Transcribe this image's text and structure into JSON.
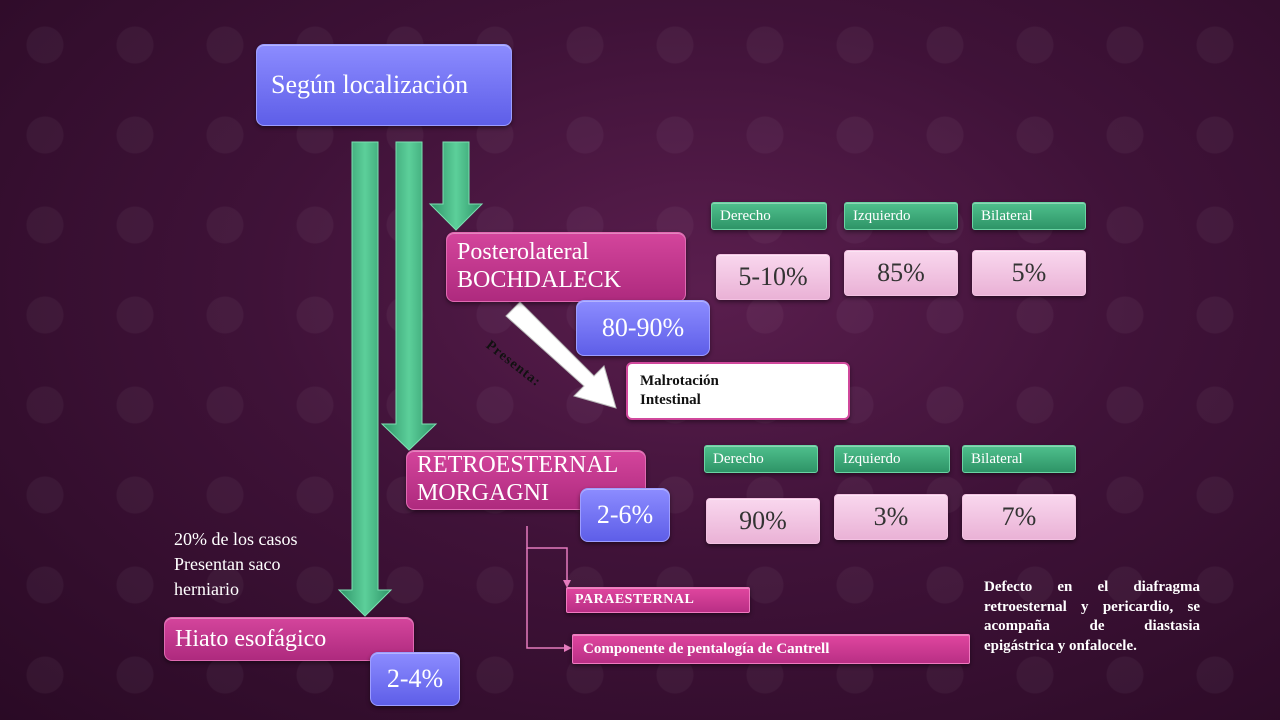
{
  "root": {
    "label": "Según localización"
  },
  "posterolateral": {
    "line1": "Posterolateral",
    "line2": "BOCHDALECK",
    "percent": "80-90%",
    "sides": [
      {
        "label": "Derecho",
        "value": "5-10%"
      },
      {
        "label": "Izquierdo",
        "value": "85%"
      },
      {
        "label": "Bilateral",
        "value": "5%"
      }
    ],
    "presenta_label": "Presenta:",
    "malrotacion": {
      "line1": "Malrotación",
      "line2": "Intestinal"
    }
  },
  "retroesternal": {
    "line1": "RETROESTERNAL",
    "line2": "MORGAGNI",
    "percent": "2-6%",
    "sides": [
      {
        "label": "Derecho",
        "value": "90%"
      },
      {
        "label": "Izquierdo",
        "value": "3%"
      },
      {
        "label": "Bilateral",
        "value": "7%"
      }
    ],
    "paraesternal": "PARAESTERNAL",
    "cantrell": "Componente de pentalogía de Cantrell",
    "defecto_text": "Defecto en el diafragma retroesternal y pericardio, se acompaña de diastasia epigástrica y onfalocele."
  },
  "hiato": {
    "label": "Hiato esofágico",
    "percent": "2-4%",
    "note_line1": "20% de los casos",
    "note_line2": "Presentan saco",
    "note_line3": "herniario"
  },
  "colors": {
    "blue": "#6f6ff2",
    "magenta": "#c0358c",
    "pink": "#f3c4e2",
    "green": "#3aa877",
    "background": "#3f1238"
  }
}
